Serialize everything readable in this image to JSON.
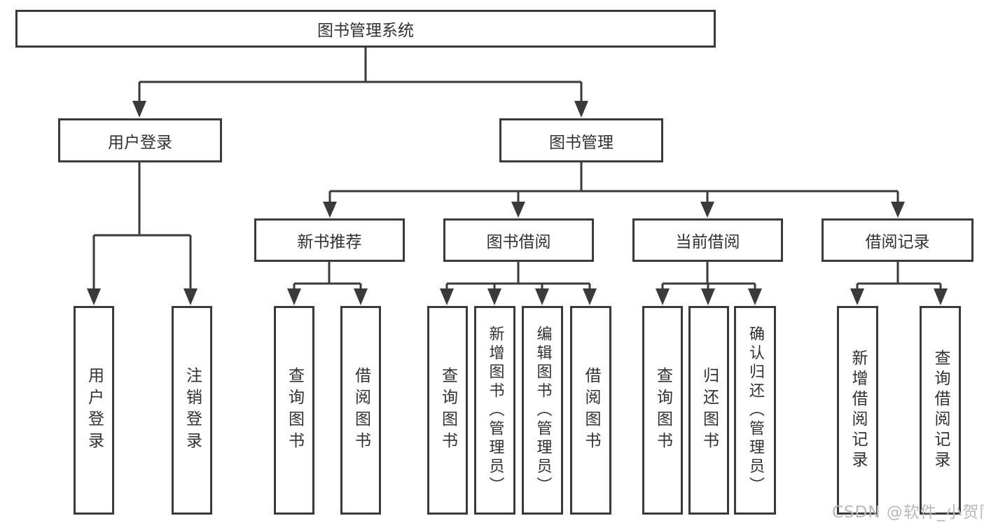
{
  "diagram": {
    "type": "hierarchy-tree",
    "title": "图书管理系统",
    "watermark": "CSDN @软件_小贺同学",
    "colors": {
      "line": "#3a3a3a",
      "border": "#3a3a3a",
      "text": "#313131",
      "watermark": "#b8b8b8",
      "background": "#ffffff"
    }
  },
  "nodes": {
    "root": {
      "label": "图书管理系统"
    },
    "login": {
      "label": "用户登录"
    },
    "mgmt": {
      "label": "图书管理"
    },
    "login_user": {
      "label": "用户登录"
    },
    "login_logout": {
      "label": "注销登录"
    },
    "recommend": {
      "label": "新书推荐"
    },
    "borrow": {
      "label": "图书借阅"
    },
    "current": {
      "label": "当前借阅"
    },
    "records": {
      "label": "借阅记录"
    },
    "recommend_query": {
      "label": "查询图书"
    },
    "recommend_borrow": {
      "label": "借阅图书"
    },
    "borrow_query": {
      "label": "查询图书"
    },
    "borrow_add": {
      "label": "新增图书（管理员）"
    },
    "borrow_edit": {
      "label": "编辑图书（管理员）"
    },
    "borrow_lend": {
      "label": "借阅图书"
    },
    "current_query": {
      "label": "查询图书"
    },
    "current_return": {
      "label": "归还图书"
    },
    "current_confirm": {
      "label": "确认归还（管理员）"
    },
    "records_add": {
      "label": "新增借阅记录"
    },
    "records_query": {
      "label": "查询借阅记录"
    }
  },
  "structure": {
    "图书管理系统": {
      "用户登录": [
        "用户登录",
        "注销登录"
      ],
      "图书管理": {
        "新书推荐": [
          "查询图书",
          "借阅图书"
        ],
        "图书借阅": [
          "查询图书",
          "新增图书（管理员）",
          "编辑图书（管理员）",
          "借阅图书"
        ],
        "当前借阅": [
          "查询图书",
          "归还图书",
          "确认归还（管理员）"
        ],
        "借阅记录": [
          "新增借阅记录",
          "查询借阅记录"
        ]
      }
    }
  }
}
